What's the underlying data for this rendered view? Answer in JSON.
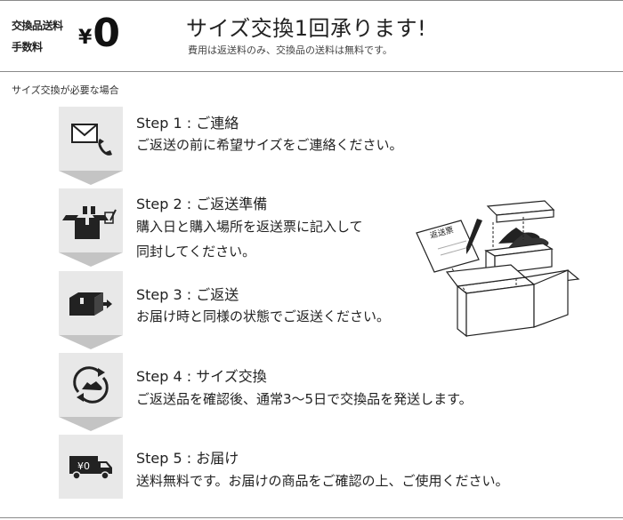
{
  "header": {
    "fee_label_line1": "交換品送料",
    "fee_label_line2": "手数料",
    "fee_currency": "¥",
    "fee_amount": "0",
    "title": "サイズ交換1回承ります!",
    "subtitle": "費用は返送料のみ、交換品の送料は無料です。"
  },
  "section_label": "サイズ交換が必要な場合",
  "steps": [
    {
      "title": "Step 1 : ご連絡",
      "desc1": "ご返送の前に希望サイズをご連絡ください。",
      "desc2": "",
      "icon": "mail-phone-icon"
    },
    {
      "title": "Step 2 : ご返送準備",
      "desc1": "購入日と購入場所を返送票に記入して",
      "desc2": "同封してください。",
      "icon": "box-form-icon"
    },
    {
      "title": "Step 3 : ご返送",
      "desc1": "お届け時と同様の状態でご返送ください。",
      "desc2": "",
      "icon": "box-arrow-icon"
    },
    {
      "title": "Step 4 : サイズ交換",
      "desc1": "ご返送品を確認後、通常3〜5日で交換品を発送します。",
      "desc2": "",
      "icon": "shoe-exchange-icon"
    },
    {
      "title": "Step 5 : お届け",
      "desc1": "送料無料です。お届けの商品をご確認の上、ご使用ください。",
      "desc2": "",
      "icon": "delivery-truck-icon"
    }
  ],
  "illustration": {
    "form_label": "返送票",
    "truck_label": "¥0"
  },
  "colors": {
    "step_box": "#e8e8e8",
    "arrow": "#c4c4c4",
    "text": "#222222",
    "rule": "#8a8a8a"
  }
}
